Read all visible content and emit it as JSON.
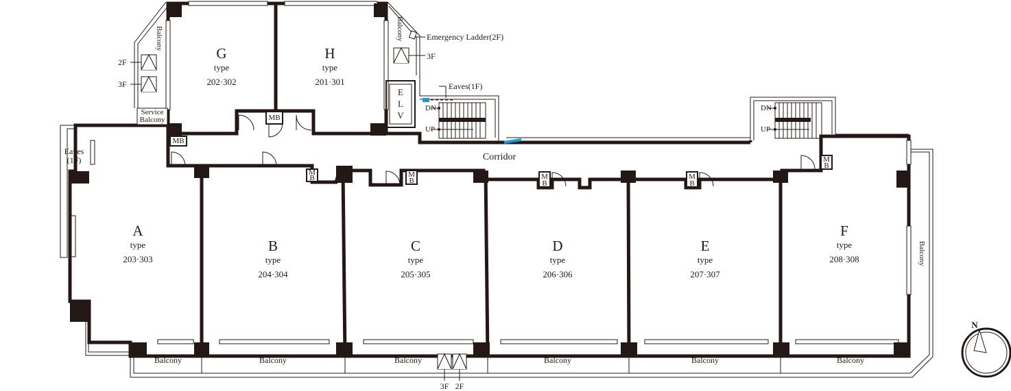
{
  "units": [
    {
      "letter": "A",
      "type_label": "type",
      "rooms": "203·303"
    },
    {
      "letter": "B",
      "type_label": "type",
      "rooms": "204·304"
    },
    {
      "letter": "C",
      "type_label": "type",
      "rooms": "205·305"
    },
    {
      "letter": "D",
      "type_label": "type",
      "rooms": "206·306"
    },
    {
      "letter": "E",
      "type_label": "type",
      "rooms": "207·307"
    },
    {
      "letter": "F",
      "type_label": "type",
      "rooms": "208·308"
    },
    {
      "letter": "G",
      "type_label": "type",
      "rooms": "202·302"
    },
    {
      "letter": "H",
      "type_label": "type",
      "rooms": "201·301"
    }
  ],
  "labels": {
    "corridor": "Corridor",
    "balcony": "Balcony",
    "service_balcony_1": "Service",
    "service_balcony_2": "Balcony",
    "eaves_left_1": "Eaves",
    "eaves_left_2": "(1F)",
    "eaves_top": "Eaves(1F)",
    "emergency_ladder": "Emergency Ladder(2F)",
    "elv_1": "E",
    "elv_2": "L",
    "elv_3": "V",
    "mb": "MB",
    "mb_m": "M",
    "mb_b": "B",
    "dn": "DN",
    "up": "UP",
    "floor_2f": "2F",
    "floor_3f": "3F",
    "north": "N"
  },
  "colors": {
    "wall": "#231815",
    "accent": "#1a9ad6",
    "paper": "#ffffff"
  }
}
